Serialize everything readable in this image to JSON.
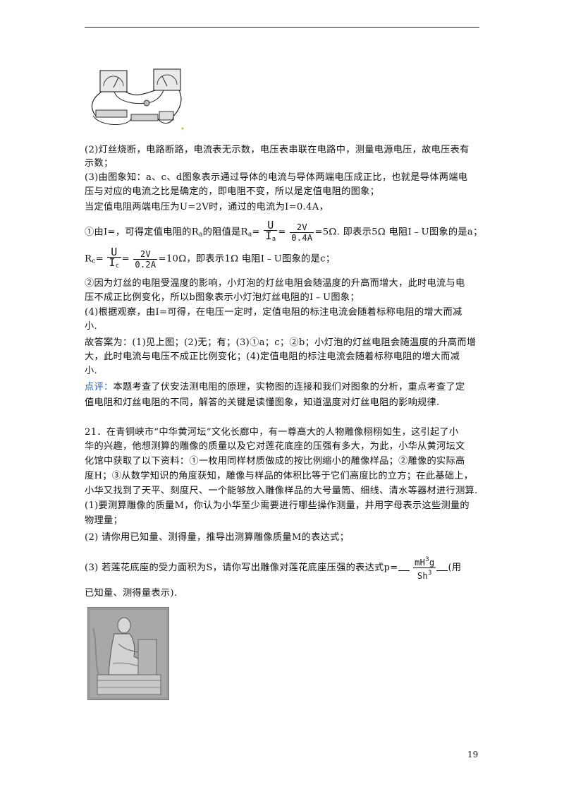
{
  "page_number": "19",
  "lines": {
    "l1": "(2)灯丝烧断，电路断路，电流表无示数，电压表串联在电路中，测量电源电压，故电压表有",
    "l2": "示数；",
    "l3": "(3)由图象知：a、c、d图象表示通过导体的电流与导体两端电压成正比，也就是导体两端电",
    "l4": "压与对应的电流之比是确定的，即电阻不变，所以是定值电阻的图象；",
    "l5": "当定值电阻两端电压为U=2V时，通过的电流为I=0.4A，",
    "l7": "②因为灯丝的电阻受温度的影响，小灯泡的灯丝电阻会随温度的升高而增大，此时电流与电",
    "l8": "压不成正比例变化，所以b图象表示小灯泡灯丝电阻的I﹣U图象；",
    "l9": "(4)根据观察，由I=可得，在电压一定时，定值电阻的标注电流会随着标称电阻的增大而减",
    "l10": "小.",
    "l11": "故答案为：(1)见上图；(2)无；有；(3)①a；c；②b；小灯泡的灯丝电阻会随温度的升高而增",
    "l12": "大，此时电流与电压不成正比例变化；(4)定值电阻的标注电流会随着标称电阻的增大而减",
    "l13": "小.",
    "l14_rest": "本题考查了伏安法测电阻的原理，实物图的连接和我们对图象的分析，重点考查了定",
    "l15": "值电阻和灯丝电阻的不同，解答的关键是读懂图象，知道温度对灯丝电阻的影响规律.",
    "q1": "21．在青铜峡市“中华黄河坛”文化长廊中，有一尊高大的人物雕像栩栩如生，这引起了小",
    "q2": "华的兴趣，他想测算的雕像的质量以及它对莲花底座的压强有多大，为此，小华从黄河坛文",
    "q3": "化馆中获取了以下资料：①一枚用同样材质做成的按比例缩小的雕像样品；②雕像的实际高",
    "q4": "度H；③从数学知识的角度获知，雕像与样品的体积比等于它们高度比的立方；在此基础上，",
    "q5": "小华又找到了天平、刻度尺、一个能够放入雕像样品的大号量筒、细线、清水等器材进行测算.",
    "q6": "(1)要测算雕像的质量M，你认为小华至少需要进行哪些操作测量，并用字母表示这些测量的",
    "q7": "物理量；",
    "q8": "(2) 请你用已知量、测得量，推导出测算雕像质量M的表达式；",
    "q10": "已知量、测得量表示)."
  },
  "line6": {
    "a": "①由I=，可得定值电阻的R",
    "a_sub": "a",
    "b": "的阻值是R",
    "b_sub": "a",
    "eq": "=",
    "f1_num": "U",
    "f1_den": "I",
    "f1_den_sub": "a",
    "eq2": "=",
    "f2_num": "2V",
    "f2_den": "0.4A",
    "c": "=5Ω. 即表示5Ω 电阻I﹣U图象的是a；"
  },
  "line_rc": {
    "r": "R",
    "r_sub": "c",
    "eq": "=",
    "f1_num": "U",
    "f1_den": "I",
    "f1_den_sub": "c",
    "eq2": "=",
    "f2_num": "2V",
    "f2_den": "0.2A",
    "c": "=10Ω，即表示1Ω 电阻I﹣U图象的是c；"
  },
  "comment": {
    "label": "点评："
  },
  "q9": {
    "a": "(3) 若莲花底座的受力面积为S，请你写出雕像对莲花底座压强的表达式p=",
    "num": "mH",
    "num_sup": "3",
    "num_tail": "g",
    "den": "Sh",
    "den_sup": "3",
    "c": "(用"
  }
}
